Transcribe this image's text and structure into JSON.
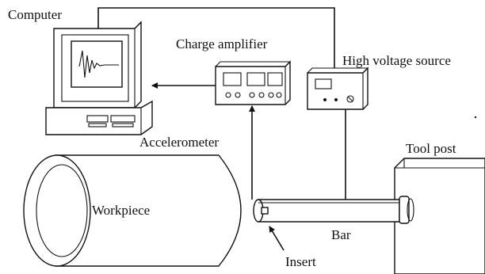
{
  "labels": {
    "computer": "Computer",
    "charge_amplifier": "Charge amplifier",
    "high_voltage_source": "High voltage source",
    "accelerometer": "Accelerometer",
    "tool_post": "Tool post",
    "workpiece": "Workpiece",
    "bar": "Bar",
    "insert": "Insert"
  },
  "colors": {
    "ink": "#111111",
    "background": "#ffffff"
  }
}
